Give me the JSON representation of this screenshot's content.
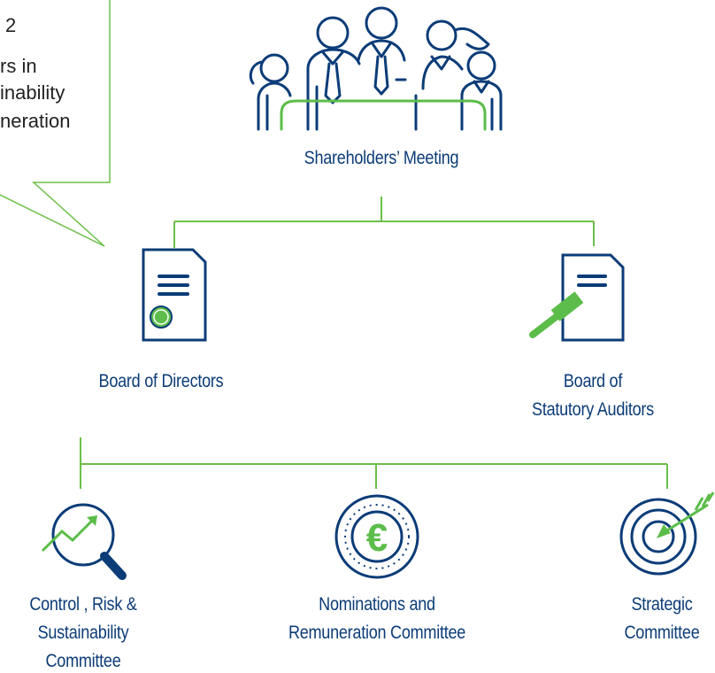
{
  "callout": {
    "lines": [
      "2",
      "rs in",
      "inability",
      "neration"
    ]
  },
  "nodes": {
    "shareholders": {
      "label": "Shareholders’ Meeting"
    },
    "board_directors": {
      "label": "Board of Directors"
    },
    "board_auditors": {
      "line1": "Board of",
      "line2": "Statutory Auditors"
    },
    "control_risk": {
      "line1": "Control , Risk &",
      "line2": "Sustainability",
      "line3": "Committee"
    },
    "nominations": {
      "line1": "Nominations and",
      "line2": "Remuneration Committee"
    },
    "strategic": {
      "line1": "Strategic",
      "line2": "Committee"
    }
  },
  "icons": {
    "shareholders": "people-group-icon",
    "board_directors": "certified-document-icon",
    "board_auditors": "gavel-document-icon",
    "control_risk": "magnifier-trend-icon",
    "nominations": "euro-coin-icon",
    "strategic": "target-arrow-icon"
  },
  "colors": {
    "navy": "#0c3c78",
    "green": "#5cbd4a",
    "line_green": "#6cc04a"
  }
}
